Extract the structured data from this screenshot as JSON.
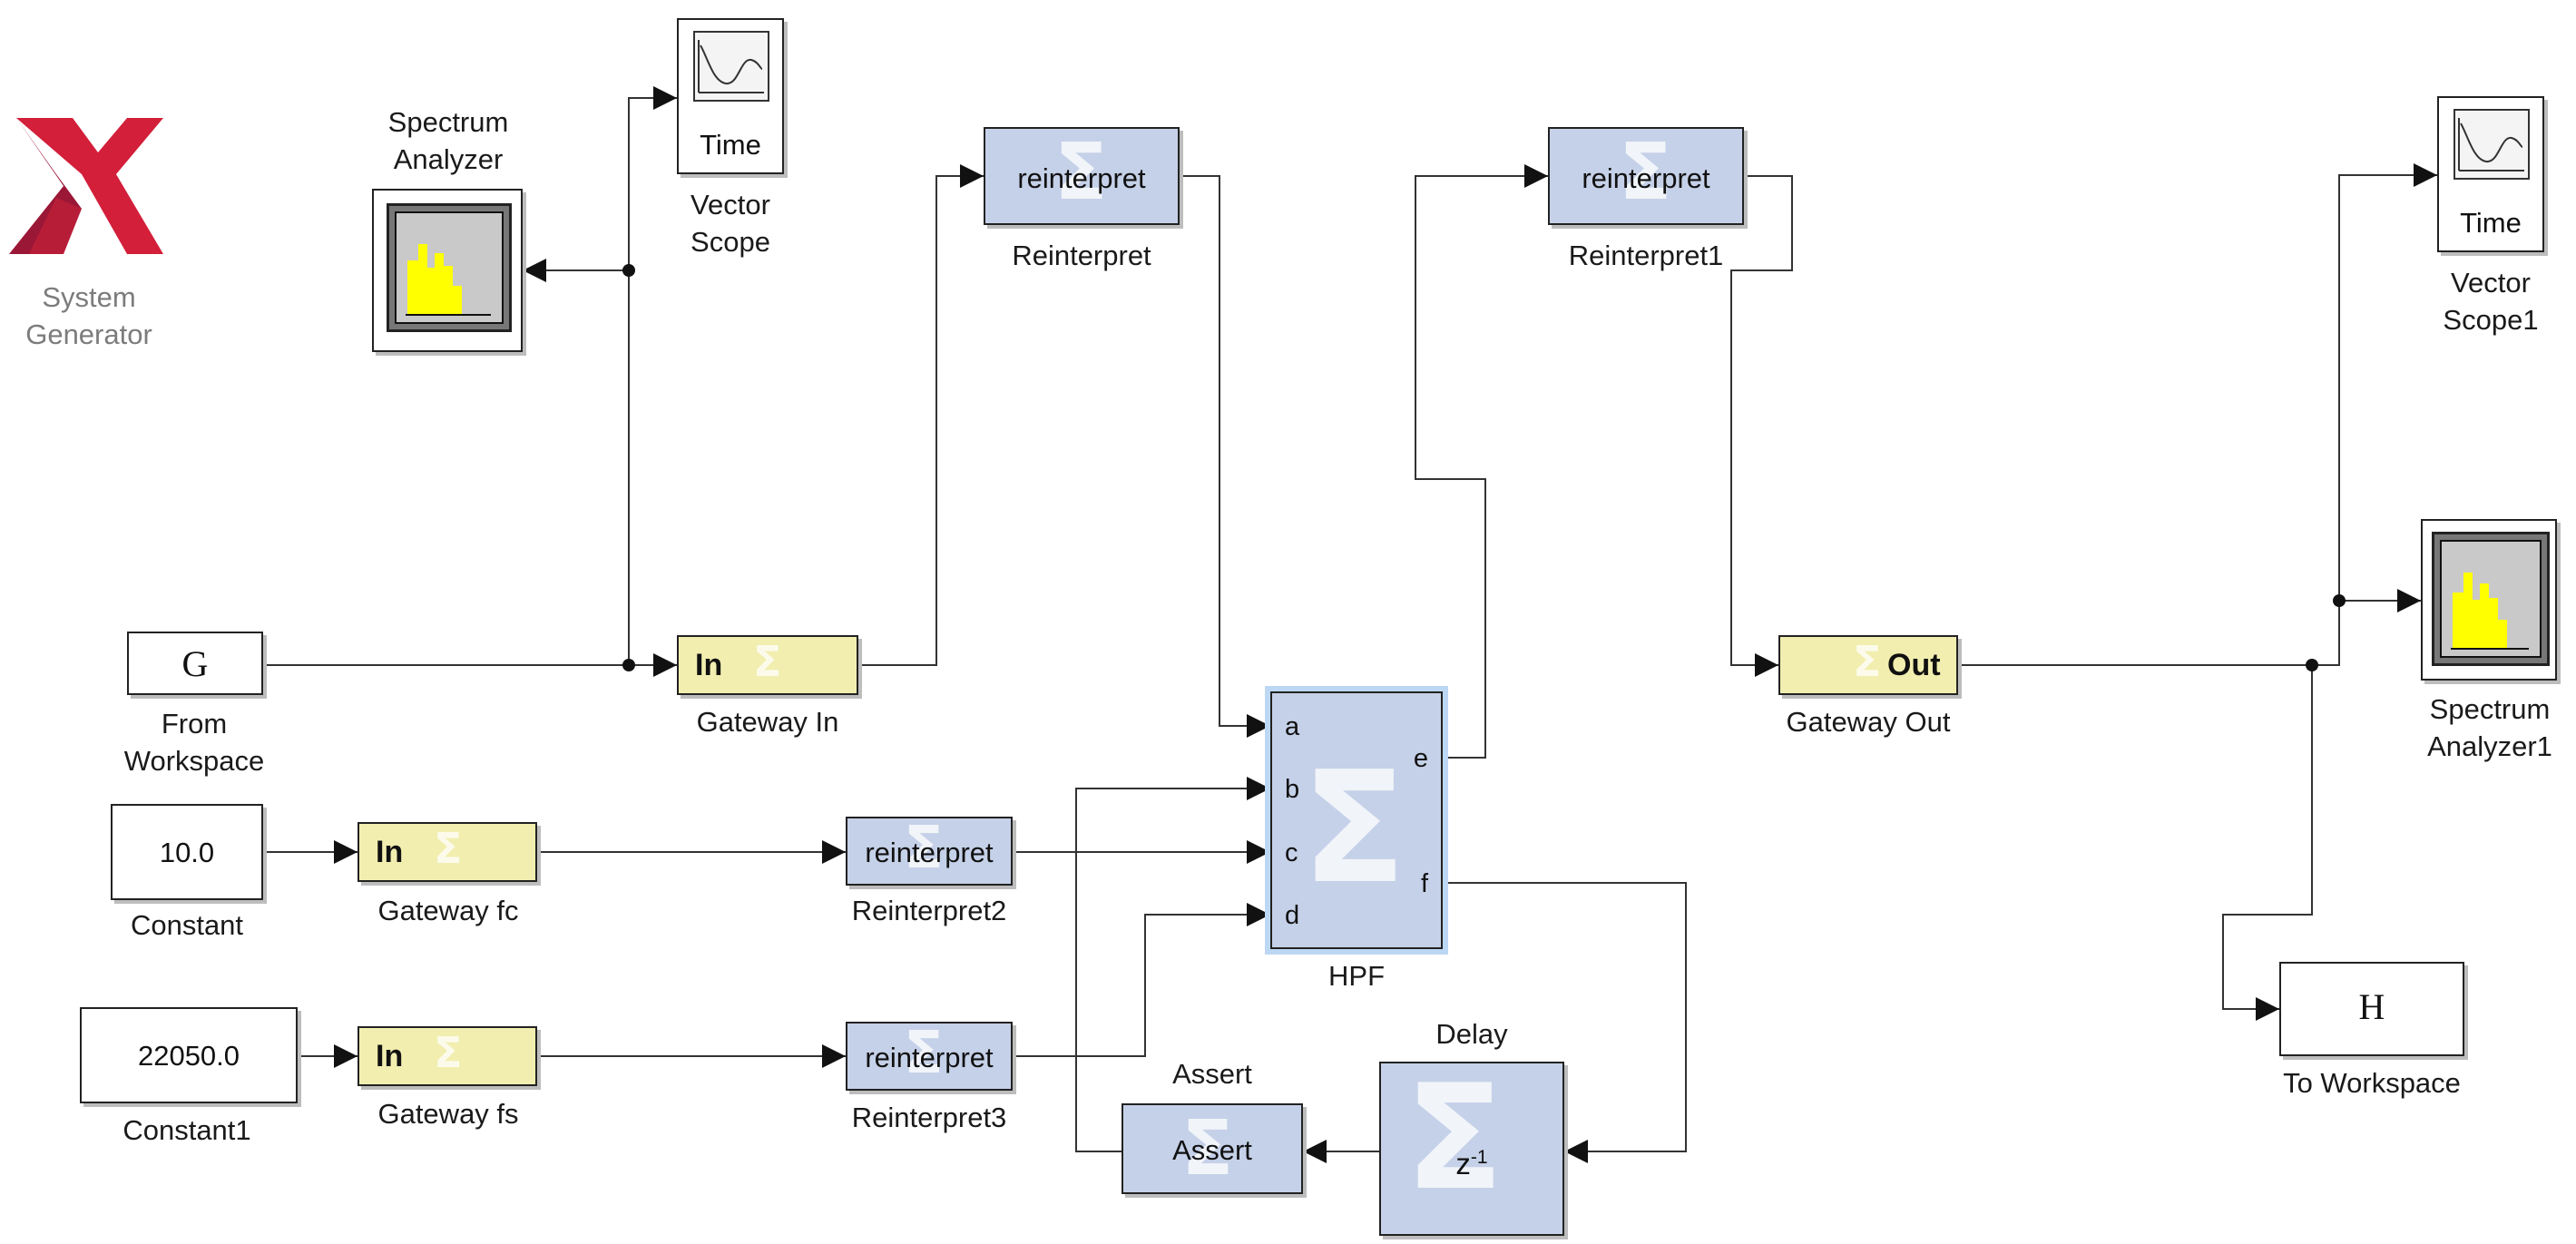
{
  "logo": {
    "line1": "System",
    "line2": "Generator"
  },
  "blocks": {
    "spectrum_analyzer": {
      "line1": "Spectrum",
      "line2": "Analyzer"
    },
    "vector_scope": {
      "icon_text": "Time",
      "line1": "Vector",
      "line2": "Scope"
    },
    "reinterpret": {
      "text": "reinterpret",
      "label": "Reinterpret"
    },
    "reinterpret1": {
      "text": "reinterpret",
      "label": "Reinterpret1"
    },
    "vector_scope1": {
      "icon_text": "Time",
      "line1": "Vector",
      "line2": "Scope1"
    },
    "spectrum_analyzer1": {
      "line1": "Spectrum",
      "line2": "Analyzer1"
    },
    "from_workspace": {
      "text": "G",
      "line1": "From",
      "line2": "Workspace"
    },
    "gateway_in": {
      "text": "In",
      "label": "Gateway In"
    },
    "gateway_out": {
      "text": "Out",
      "label": "Gateway Out"
    },
    "hpf": {
      "label": "HPF",
      "ports": {
        "a": "a",
        "b": "b",
        "c": "c",
        "d": "d",
        "e": "e",
        "f": "f"
      }
    },
    "constant": {
      "text": "10.0",
      "label": "Constant"
    },
    "gateway_fc": {
      "text": "In",
      "label": "Gateway fc"
    },
    "reinterpret2": {
      "text": "reinterpret",
      "label": "Reinterpret2"
    },
    "constant1": {
      "text": "22050.0",
      "label": "Constant1"
    },
    "gateway_fs": {
      "text": "In",
      "label": "Gateway fs"
    },
    "reinterpret3": {
      "text": "reinterpret",
      "label": "Reinterpret3"
    },
    "assert": {
      "text": "Assert",
      "label": "Assert"
    },
    "delay": {
      "text": "z",
      "superscript": "-1",
      "label": "Delay"
    },
    "to_workspace": {
      "text": "H",
      "label": "To Workspace"
    }
  },
  "colors": {
    "xilinx_block": "#c5d1e8",
    "gateway_block": "#f2eeaf",
    "logo_red": "#d31f3a",
    "logo_dark_red": "#9b1736",
    "scope_bar": "#ffff00"
  }
}
